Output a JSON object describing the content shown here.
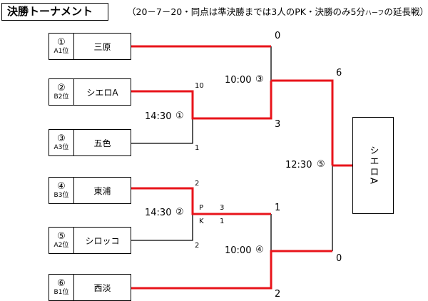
{
  "title": "決勝トーナメント",
  "subtitle": {
    "prefix": "（20－7－20・同点は準決勝までは3人のPK・決勝のみ5分",
    "small": "ハーフ",
    "suffix": "の延長戦）"
  },
  "teams": [
    {
      "seed": "①",
      "group": "A1位",
      "name": "三原"
    },
    {
      "seed": "②",
      "group": "B2位",
      "name": "シエロA"
    },
    {
      "seed": "③",
      "group": "A3位",
      "name": "五色"
    },
    {
      "seed": "④",
      "group": "B3位",
      "name": "東浦"
    },
    {
      "seed": "⑤",
      "group": "A2位",
      "name": "シロッコ"
    },
    {
      "seed": "⑥",
      "group": "B1位",
      "name": "西淡"
    }
  ],
  "matches": [
    {
      "time": "14:30",
      "no": "①",
      "score_top": "10",
      "score_bottom": "1"
    },
    {
      "time": "14:30",
      "no": "②",
      "score_top": "2",
      "score_bottom": "2",
      "pk_label_top": "P",
      "pk_label_bottom": "K",
      "pk_top": "3",
      "pk_bottom": "1"
    },
    {
      "time": "10:00",
      "no": "③",
      "score_top": "0",
      "score_bottom": "3"
    },
    {
      "time": "10:00",
      "no": "④",
      "score_top": "1",
      "score_bottom": "2"
    },
    {
      "time": "12:30",
      "no": "⑤",
      "score_top": "6",
      "score_bottom": "0"
    }
  ],
  "champion": "シエロA",
  "colors": {
    "win": "#e8141b",
    "line": "#000000"
  }
}
